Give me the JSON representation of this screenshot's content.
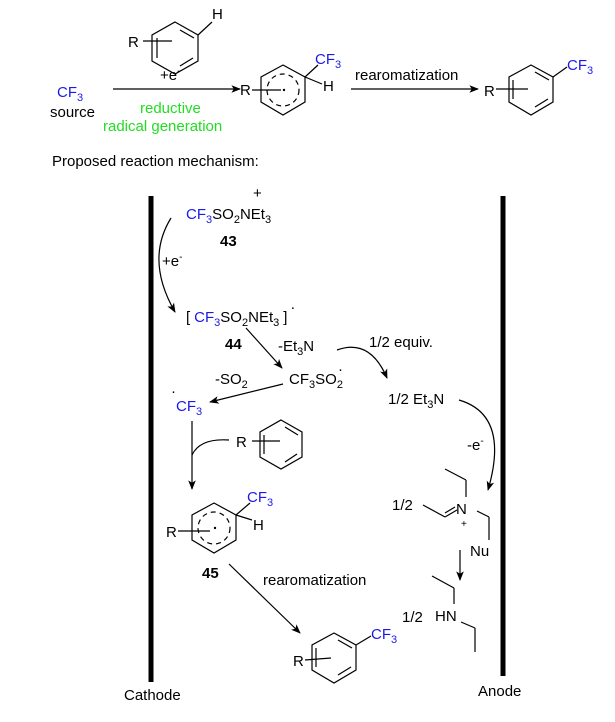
{
  "colors": {
    "cf3": "#1a1ae6",
    "highlight": "#22dd22",
    "ink": "#000000"
  },
  "scheme": {
    "substrate": {
      "r_label": "R",
      "h_label": "H"
    },
    "cf3_source": {
      "cf3": "CF",
      "cf3_sub": "3",
      "source_label": "source"
    },
    "step1": {
      "above": "+e",
      "above_sup": "-",
      "below_line1": "reductive",
      "below_line2": "radical generation"
    },
    "intermediate": {
      "r_label": "R",
      "cf3": "CF",
      "cf3_sub": "3",
      "h_label": "H"
    },
    "step2": {
      "above": "rearomatization"
    },
    "product": {
      "r_label": "R",
      "cf3": "CF",
      "cf3_sub": "3"
    }
  },
  "mechanism": {
    "title": "Proposed reaction mechanism:",
    "electrodes": {
      "cathode": "Cathode",
      "anode": "Anode"
    },
    "compound_43": {
      "charge": "+",
      "cf3": "CF",
      "cf3_sub": "3",
      "rest": "SO",
      "rest_sub": "2",
      "rest2": "NEt",
      "rest2_sub": "3",
      "label": "43"
    },
    "reduction": {
      "label": "+e",
      "sup": "-"
    },
    "compound_44": {
      "bracket_open": "[",
      "cf3": "CF",
      "cf3_sub": "3",
      "rest": "SO",
      "rest_sub": "2",
      "rest2": "NEt",
      "rest2_sub": "3",
      "bracket_close": "]",
      "radical": "·",
      "label": "44"
    },
    "loss_et3n": {
      "text": "-Et",
      "sub": "3",
      "text2": "N"
    },
    "half_equiv": "1/2 equiv.",
    "sulfonyl_radical": {
      "text": "CF",
      "sub": "3",
      "text2": "SO",
      "sub2": "2",
      "radical": "·"
    },
    "loss_so2": {
      "text": "-SO",
      "sub": "2"
    },
    "cf3_radical": {
      "radical": "·",
      "text": "CF",
      "sub": "3"
    },
    "half_et3n": {
      "text": "1/2 Et",
      "sub": "3",
      "text2": "N"
    },
    "oxidation": {
      "label": "-e",
      "sup": "-"
    },
    "arene": {
      "r_label": "R"
    },
    "iminium": {
      "coef": "1/2",
      "n_label": "N",
      "charge": "+",
      "nu_label": "Nu"
    },
    "compound_45": {
      "r_label": "R",
      "cf3": "CF",
      "cf3_sub": "3",
      "h_label": "H",
      "label": "45"
    },
    "rearomatization": "rearomatization",
    "amine": {
      "coef": "1/2",
      "label": "HN"
    },
    "product": {
      "r_label": "R",
      "cf3": "CF",
      "cf3_sub": "3"
    }
  }
}
